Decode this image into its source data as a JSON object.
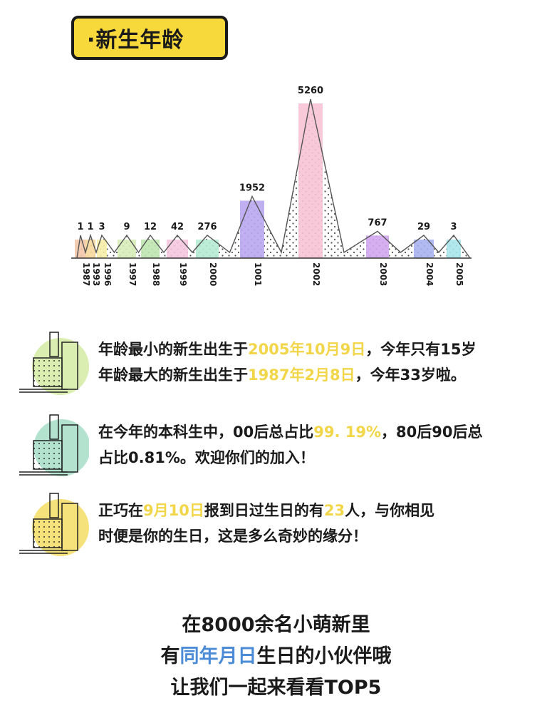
{
  "title": "·新生年龄",
  "chart_data": {
    "type": "bar",
    "categories": [
      "1987",
      "1993",
      "1996",
      "1997",
      "1988",
      "1999",
      "2000",
      "1001",
      "2002",
      "2003",
      "2004",
      "2005"
    ],
    "values": [
      1,
      1,
      3,
      9,
      12,
      42,
      276,
      1952,
      5260,
      767,
      29,
      3
    ],
    "labels": [
      "1",
      "1",
      "3",
      "9",
      "12",
      "42",
      "276",
      "1952",
      "5260",
      "767",
      "29",
      "3"
    ],
    "colors": [
      "#f3c7a8",
      "#f6d99b",
      "#f5eda6",
      "#d7ecb8",
      "#bfe6b1",
      "#f5c6e0",
      "#b5ebd3",
      "#b9a6ef",
      "#f7c4d5",
      "#d2a6ef",
      "#a9b3f0",
      "#a9e6ec"
    ],
    "line_color": "#555555",
    "fill_pattern": "dots"
  },
  "stats": [
    {
      "parts": [
        [
          {
            "t": "年龄最小的新生出生于",
            "h": false
          },
          {
            "t": "2005年10月9日",
            "h": true
          },
          {
            "t": "，今年只有15岁",
            "h": false
          }
        ],
        [
          {
            "t": "年龄最大的新生出生于",
            "h": false
          },
          {
            "t": "1987年2月8日",
            "h": true
          },
          {
            "t": "，今年33岁啦。",
            "h": false
          }
        ]
      ],
      "icon_color": "#d9eeb0"
    },
    {
      "parts": [
        [
          {
            "t": "在今年的本科生中，00后总占比",
            "h": false
          },
          {
            "t": "99. 19%",
            "h": true
          },
          {
            "t": "，80后90后总",
            "h": false
          }
        ],
        [
          {
            "t": "占比0.81%。欢迎你们的加入！",
            "h": false
          }
        ]
      ],
      "icon_color": "#b3e3cf"
    },
    {
      "parts": [
        [
          {
            "t": "正巧在",
            "h": false
          },
          {
            "t": "9月10日",
            "h": true
          },
          {
            "t": "报到日过生日的有",
            "h": false
          },
          {
            "t": "23",
            "h": true
          },
          {
            "t": "人，与你相见",
            "h": false
          }
        ],
        [
          {
            "t": "时便是你的生日，这是多么奇妙的缘分！",
            "h": false
          }
        ]
      ],
      "icon_color": "#f6e27a"
    }
  ],
  "footer": {
    "line1": "在8000余名小萌新里",
    "line2_pre": "有",
    "line2_hl": "同年月日",
    "line2_post": "生日的小伙伴哦",
    "line3": "让我们一起来看看TOP5"
  }
}
